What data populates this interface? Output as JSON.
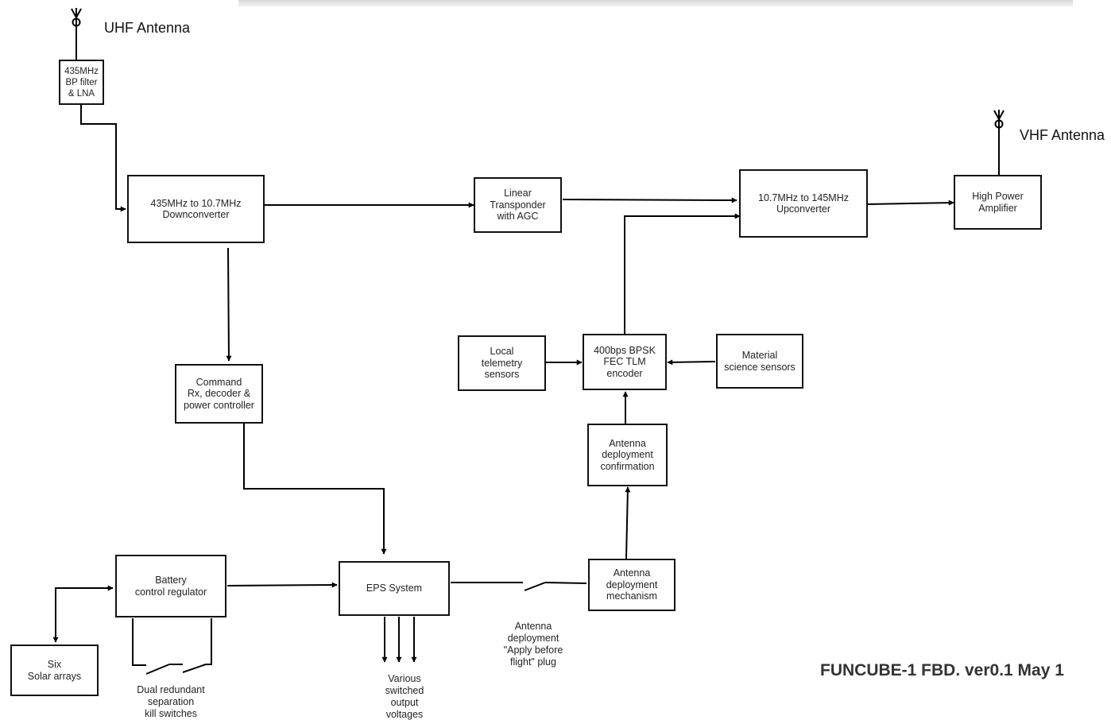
{
  "antennas": {
    "uhf": "UHF Antenna",
    "vhf": "VHF Antenna"
  },
  "blocks": {
    "bp_filter_lna": "435MHz\nBP filter\n& LNA",
    "downconverter": "435MHz to 10.7MHz\nDownconverter",
    "linear_transponder": "Linear\nTransponder\nwith AGC",
    "upconverter": "10.7MHz to 145MHz\nUpconverter",
    "high_power_amplifier": "High Power\nAmplifier",
    "command_rx": "Command\nRx, decoder &\npower controller",
    "local_telemetry": "Local\ntelemetry\nsensors",
    "bpsk_encoder": "400bps BPSK\nFEC TLM\nencoder",
    "material_science": "Material\nscience sensors",
    "antenna_confirmation": "Antenna\ndeployment\nconfirmation",
    "battery_regulator": "Battery\ncontrol regulator",
    "eps_system": "EPS System",
    "antenna_mechanism": "Antenna\ndeployment\nmechanism",
    "solar_arrays": "Six\nSolar arrays"
  },
  "annotations": {
    "kill_switches": "Dual redundant\nseparation\nkill switches",
    "switched_outputs": "Various\nswitched\noutput\nvoltages",
    "deployment_plug": "Antenna\ndeployment\n\"Apply before\nflight\" plug"
  },
  "footer": "FUNCUBE-1 FBD. ver0.1 May 1"
}
